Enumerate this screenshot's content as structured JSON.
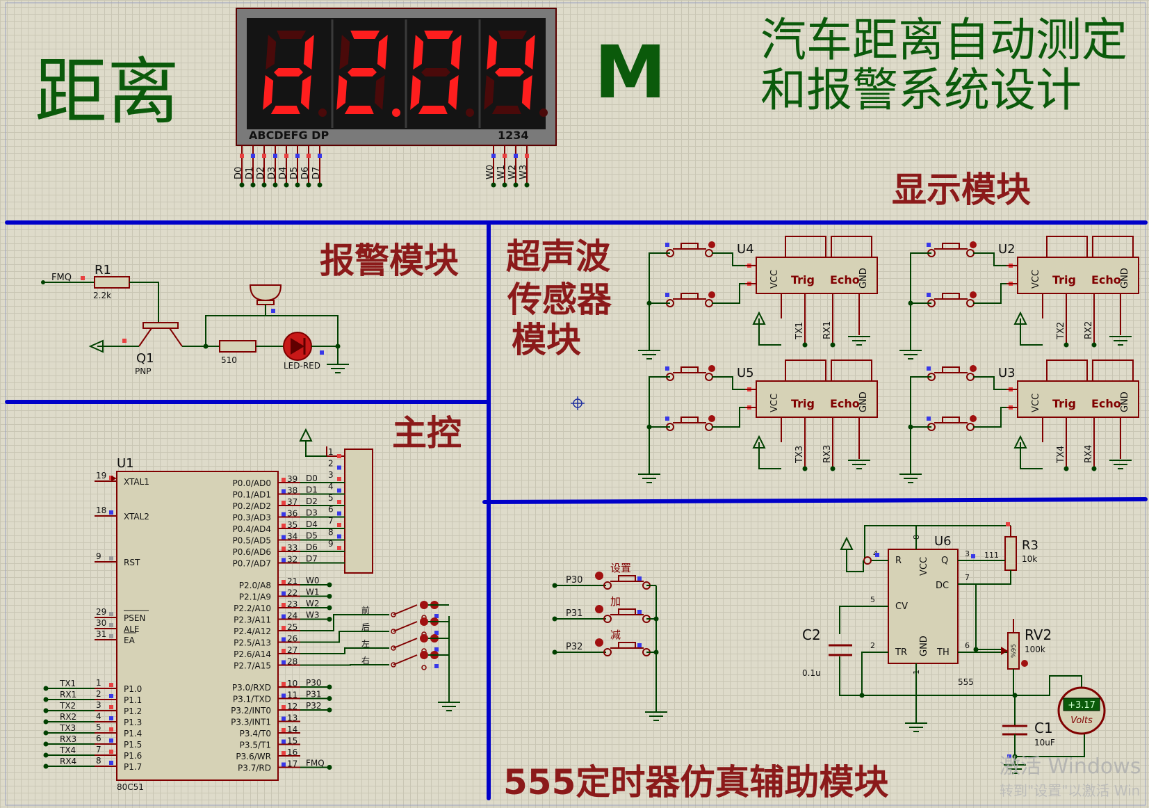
{
  "labels": {
    "juli": "距离",
    "unit": "M",
    "title1": "汽车距离自动测定",
    "title2": "和报警系统设计",
    "display_module": "显示模块",
    "alarm_module": "报警模块",
    "sensor_module_1": "超声波",
    "sensor_module_2": "传感器",
    "sensor_module_3": "模块",
    "main_ctrl": "主控",
    "timer_module": "555定时器仿真辅助模块"
  },
  "display": {
    "digits": [
      "d",
      "2.",
      "0",
      "4"
    ],
    "pins_left": "ABCDEFG DP",
    "pins_right": "1234",
    "data_pins": [
      "D0",
      "D1",
      "D2",
      "D3",
      "D4",
      "D5",
      "D6",
      "D7"
    ],
    "sel_pins": [
      "W0",
      "W1",
      "W2",
      "W3"
    ]
  },
  "alarm": {
    "fmq": "FMQ",
    "r1": "R1",
    "r1_val": "2.2k",
    "q1": "Q1",
    "q1_type": "PNP",
    "r_val": "510",
    "led": "LED-RED"
  },
  "sensors": [
    {
      "name": "U4",
      "tx": "TX1",
      "rx": "RX1"
    },
    {
      "name": "U2",
      "tx": "TX2",
      "rx": "RX2"
    },
    {
      "name": "U5",
      "tx": "TX3",
      "rx": "RX3"
    },
    {
      "name": "U3",
      "tx": "TX4",
      "rx": "RX4"
    }
  ],
  "sensor_pins": {
    "vcc": "VCC",
    "trig": "Trig",
    "echo": "Echo",
    "gnd": "GND"
  },
  "mcu": {
    "name": "U1",
    "part": "80C51",
    "left_pins": [
      {
        "num": "19",
        "name": "XTAL1"
      },
      {
        "num": "18",
        "name": "XTAL2"
      },
      {
        "num": "9",
        "name": "RST"
      },
      {
        "num": "29",
        "name": "PSEN"
      },
      {
        "num": "30",
        "name": "ALE"
      },
      {
        "num": "31",
        "name": "EA"
      },
      {
        "num": "1",
        "name": "P1.0",
        "net": "TX1"
      },
      {
        "num": "2",
        "name": "P1.1",
        "net": "RX1"
      },
      {
        "num": "3",
        "name": "P1.2",
        "net": "TX2"
      },
      {
        "num": "4",
        "name": "P1.3",
        "net": "RX2"
      },
      {
        "num": "5",
        "name": "P1.4",
        "net": "TX3"
      },
      {
        "num": "6",
        "name": "P1.5",
        "net": "RX3"
      },
      {
        "num": "7",
        "name": "P1.6",
        "net": "TX4"
      },
      {
        "num": "8",
        "name": "P1.7",
        "net": "RX4"
      }
    ],
    "right_pins": [
      {
        "num": "39",
        "name": "P0.0/AD0",
        "net": "D0"
      },
      {
        "num": "38",
        "name": "P0.1/AD1",
        "net": "D1"
      },
      {
        "num": "37",
        "name": "P0.2/AD2",
        "net": "D2"
      },
      {
        "num": "36",
        "name": "P0.3/AD3",
        "net": "D3"
      },
      {
        "num": "35",
        "name": "P0.4/AD4",
        "net": "D4"
      },
      {
        "num": "34",
        "name": "P0.5/AD5",
        "net": "D5"
      },
      {
        "num": "33",
        "name": "P0.6/AD6",
        "net": "D6"
      },
      {
        "num": "32",
        "name": "P0.7/AD7",
        "net": "D7"
      },
      {
        "num": "21",
        "name": "P2.0/A8",
        "net": "W0"
      },
      {
        "num": "22",
        "name": "P2.1/A9",
        "net": "W1"
      },
      {
        "num": "23",
        "name": "P2.2/A10",
        "net": "W2"
      },
      {
        "num": "24",
        "name": "P2.3/A11",
        "net": "W3"
      },
      {
        "num": "25",
        "name": "P2.4/A12",
        "net": ""
      },
      {
        "num": "26",
        "name": "P2.5/A13",
        "net": ""
      },
      {
        "num": "27",
        "name": "P2.6/A14",
        "net": ""
      },
      {
        "num": "28",
        "name": "P2.7/A15",
        "net": ""
      },
      {
        "num": "10",
        "name": "P3.0/RXD",
        "net": "P30"
      },
      {
        "num": "11",
        "name": "P3.1/TXD",
        "net": "P31"
      },
      {
        "num": "12",
        "name": "P3.2/INT0",
        "net": "P32"
      },
      {
        "num": "13",
        "name": "P3.3/INT1",
        "net": ""
      },
      {
        "num": "14",
        "name": "P3.4/T0",
        "net": ""
      },
      {
        "num": "15",
        "name": "P3.5/T1",
        "net": ""
      },
      {
        "num": "16",
        "name": "P3.6/WR",
        "net": ""
      },
      {
        "num": "17",
        "name": "P3.7/RD",
        "net": "FMQ"
      }
    ],
    "rp_pins": [
      "1",
      "2",
      "3",
      "4",
      "5",
      "6",
      "7",
      "8",
      "9"
    ],
    "dir_labels": [
      "前",
      "后",
      "左",
      "右"
    ]
  },
  "buttons": {
    "set": "设置",
    "add": "加",
    "sub": "减",
    "p30": "P30",
    "p31": "P31",
    "p32": "P32"
  },
  "timer": {
    "u6": "U6",
    "chip": "555",
    "pins": {
      "r": "R",
      "vcc": "VCC",
      "q": "Q",
      "dc": "DC",
      "cv": "CV",
      "tr": "TR",
      "gnd": "GND",
      "th": "TH"
    },
    "pin_nums": {
      "n8": "8",
      "n4": "4",
      "n3": "3",
      "n7": "7",
      "n5": "5",
      "n2": "2",
      "n1": "1",
      "n6": "6"
    },
    "r3": "R3",
    "r3_val": "10k",
    "r3_extra": "111",
    "rv2": "RV2",
    "rv2_val": "100k",
    "rv2_pct": "%95",
    "c2": "C2",
    "c2_val": "0.1u",
    "c1": "C1",
    "c1_val": "10uF",
    "volt_reading": "+3.17",
    "volt_unit": "Volts"
  },
  "watermark": {
    "line1": "激活 Windows",
    "line2": "转到\"设置\"以激活 Win"
  },
  "colors": {
    "component": "#800000",
    "wire": "#004000",
    "divider": "#0000c8",
    "title_green": "#0b5a0b",
    "label_red": "#8b1a1a",
    "seg_on": "#ff1e1e",
    "seg_off": "#4a0a0a",
    "chip_fill": "#d6d2b6"
  }
}
